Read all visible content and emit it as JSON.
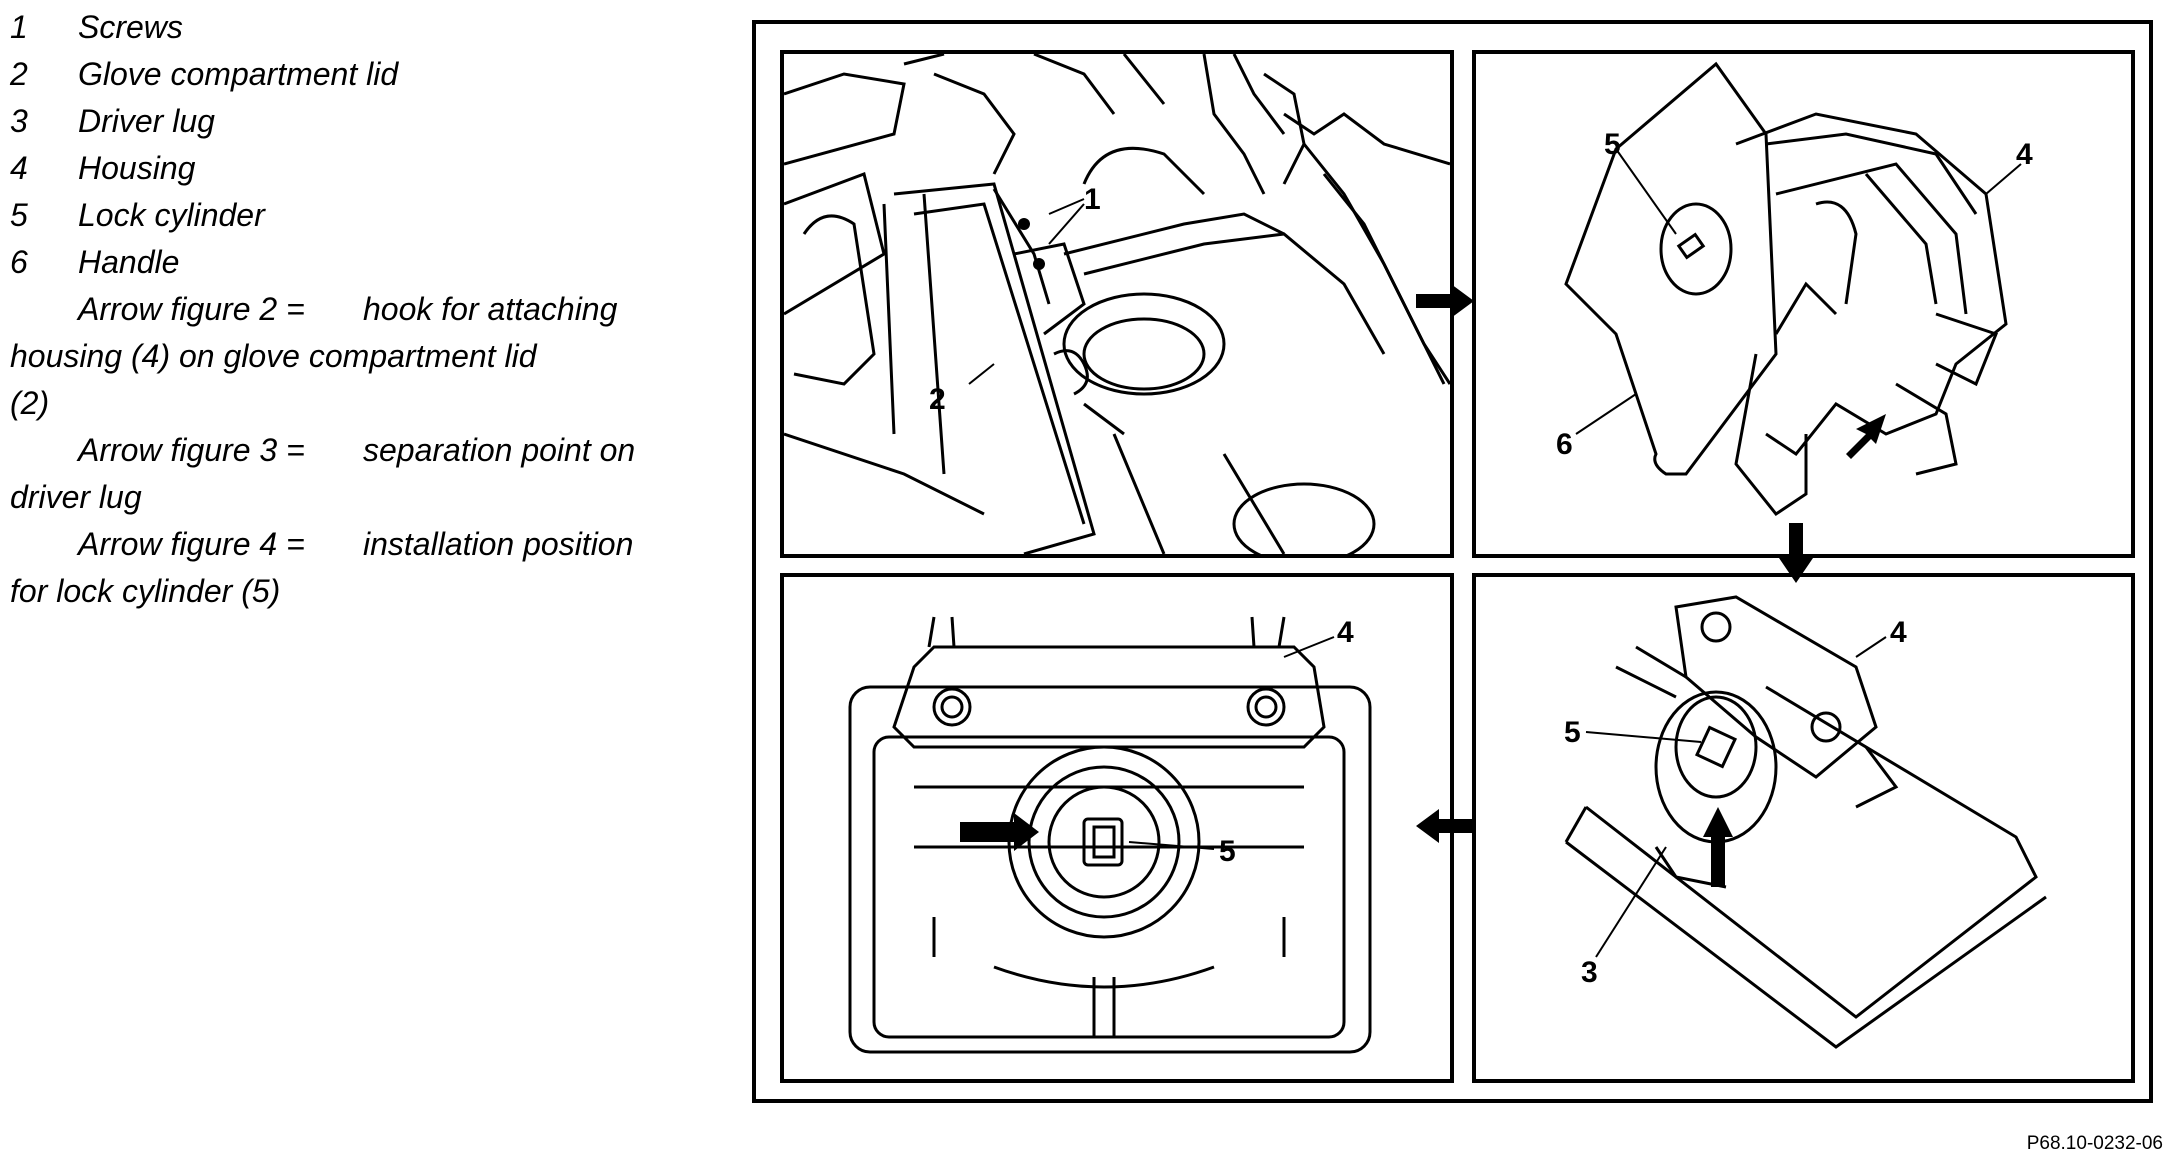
{
  "legend": [
    {
      "num": "1",
      "text": "Screws"
    },
    {
      "num": "2",
      "text": "Glove compartment lid"
    },
    {
      "num": "3",
      "text": "Driver lug"
    },
    {
      "num": "4",
      "text": "Housing"
    },
    {
      "num": "5",
      "text": "Lock cylinder"
    },
    {
      "num": "6",
      "text": "Handle"
    }
  ],
  "notes": [
    {
      "label": "Arrow figure 2 =",
      "text_start": "hook for attaching",
      "text_cont": "housing (4) on glove compartment lid",
      "text_cont2": "(2)"
    },
    {
      "label": "Arrow figure 3 =",
      "text_start": "separation point on",
      "text_cont": "driver lug",
      "text_cont2": ""
    },
    {
      "label": "Arrow figure 4 =",
      "text_start": "installation position",
      "text_cont": "for lock cylinder (5)",
      "text_cont2": ""
    }
  ],
  "figure": {
    "panel1": {
      "callouts": [
        "1",
        "2"
      ]
    },
    "panel2": {
      "callouts": [
        "5",
        "4",
        "6"
      ]
    },
    "panel3": {
      "callouts": [
        "4",
        "5"
      ]
    },
    "panel4": {
      "callouts": [
        "4",
        "5",
        "3"
      ]
    }
  },
  "reference_code": "P68.10-0232-06"
}
